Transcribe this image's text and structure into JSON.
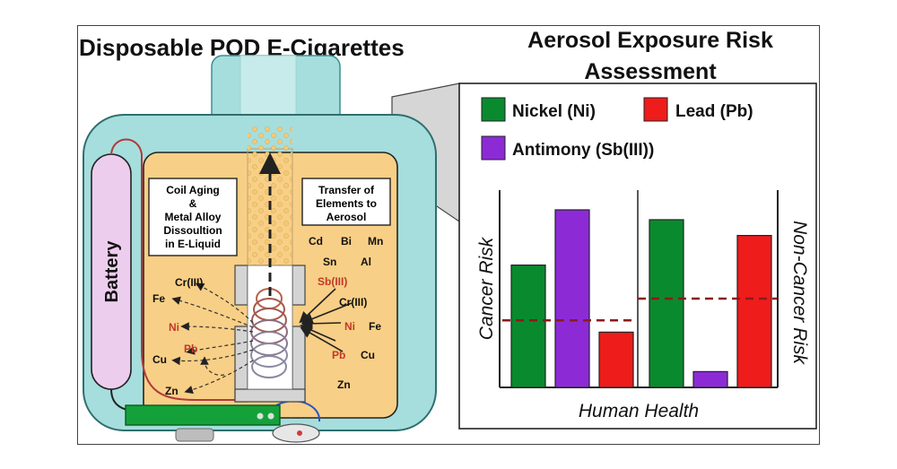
{
  "left_title": "Disposable POD E-Cigarettes",
  "right_title": [
    "Aerosol Exposure Risk",
    "Assessment"
  ],
  "device": {
    "battery_label": "Battery",
    "left_box": [
      "Coil Aging",
      "&",
      "Metal Alloy",
      "Dissoultion",
      "in E-Liquid"
    ],
    "right_box": [
      "Transfer of",
      "Elements to",
      "Aerosol"
    ],
    "left_elements": [
      "Cr(III)",
      "Fe",
      "Ni",
      "Pb",
      "Cu",
      "Zn"
    ],
    "right_elements": [
      "Cd",
      "Bi",
      "Mn",
      "Sn",
      "Al",
      "Sb(III)",
      "Cr(III)",
      "Ni",
      "Fe",
      "Pb",
      "Cu",
      "Zn"
    ]
  },
  "colors": {
    "liquid": "#f8cf86",
    "body": "#a6dedd",
    "battery": "#edcdee",
    "element_red": "#c0392b",
    "nickel": "#0a8a2e",
    "lead": "#ef1c1c",
    "antimony": "#8c2bd6",
    "threshold": "#8b1a1a"
  },
  "chart_data": {
    "type": "bar",
    "legend": [
      {
        "name": "Nickel (Ni)",
        "color": "#0a8a2e"
      },
      {
        "name": "Lead (Pb)",
        "color": "#ef1c1c"
      },
      {
        "name": "Antimony (Sb(III))",
        "color": "#8c2bd6"
      }
    ],
    "groups": [
      {
        "label": "Cancer Risk",
        "bars": [
          {
            "series": "Nickel (Ni)",
            "value": 0.62
          },
          {
            "series": "Antimony (Sb(III))",
            "value": 0.9
          },
          {
            "series": "Lead (Pb)",
            "value": 0.28
          }
        ],
        "threshold": 0.34
      },
      {
        "label": "Non-Cancer Risk",
        "bars": [
          {
            "series": "Nickel (Ni)",
            "value": 0.85
          },
          {
            "series": "Antimony (Sb(III))",
            "value": 0.08
          },
          {
            "series": "Lead (Pb)",
            "value": 0.77
          }
        ],
        "threshold": 0.45
      }
    ],
    "xlabel": "Human Health",
    "ylim": [
      0,
      1
    ]
  }
}
